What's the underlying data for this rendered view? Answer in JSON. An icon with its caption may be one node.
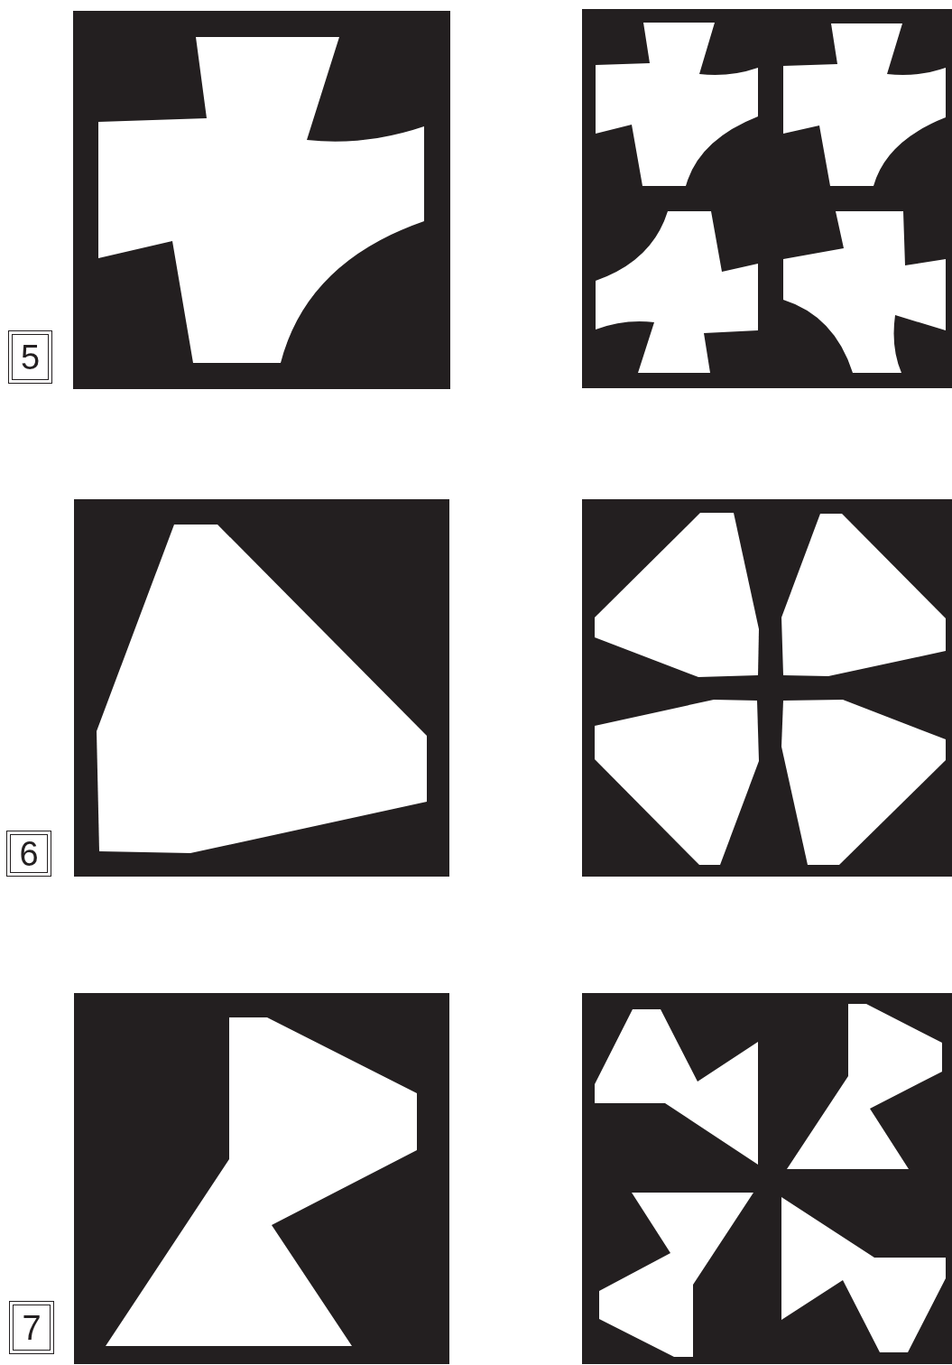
{
  "diagram": {
    "nodes": [
      {
        "text": [
          "5"
        ]
      },
      {
        "text": [
          "6"
        ]
      },
      {
        "text": [
          "7"
        ]
      }
    ]
  }
}
